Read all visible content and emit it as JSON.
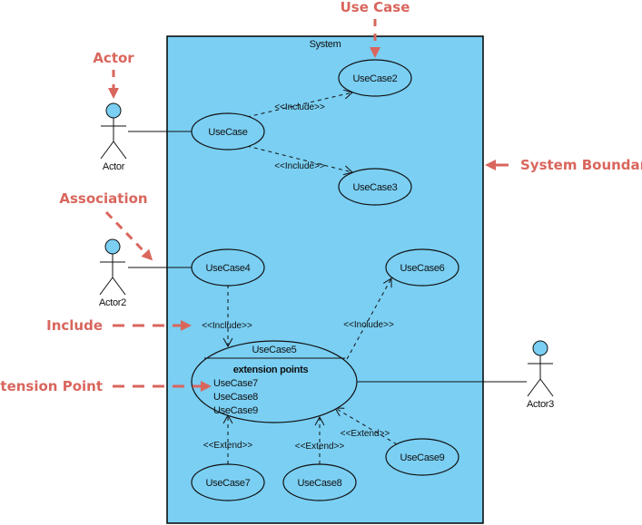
{
  "colors": {
    "system_fill": "#7acff3",
    "actor_head": "#7acff3",
    "annotation": "#d9665d",
    "line": "#111111"
  },
  "system": {
    "label": "System"
  },
  "actors": [
    {
      "id": "actor1",
      "label": "Actor"
    },
    {
      "id": "actor2",
      "label": "Actor2"
    },
    {
      "id": "actor3",
      "label": "Actor3"
    }
  ],
  "use_cases": {
    "uc": "UseCase",
    "uc2": "UseCase2",
    "uc3": "UseCase3",
    "uc4": "UseCase4",
    "uc6": "UseCase6",
    "uc7": "UseCase7",
    "uc8": "UseCase8",
    "uc9": "UseCase9"
  },
  "uc5": {
    "name": "UseCase5",
    "section_title": "extension points",
    "extension_points": [
      "UseCase7",
      "UseCase8",
      "UseCase9"
    ]
  },
  "relationships": {
    "include": "<<Include>>",
    "extend": "<<Extend>>"
  },
  "annotations": {
    "use_case": "Use Case",
    "actor": "Actor",
    "system_boundary": "System Boundary",
    "association": "Association",
    "include": "Include",
    "extension_point": "Extension Point"
  }
}
